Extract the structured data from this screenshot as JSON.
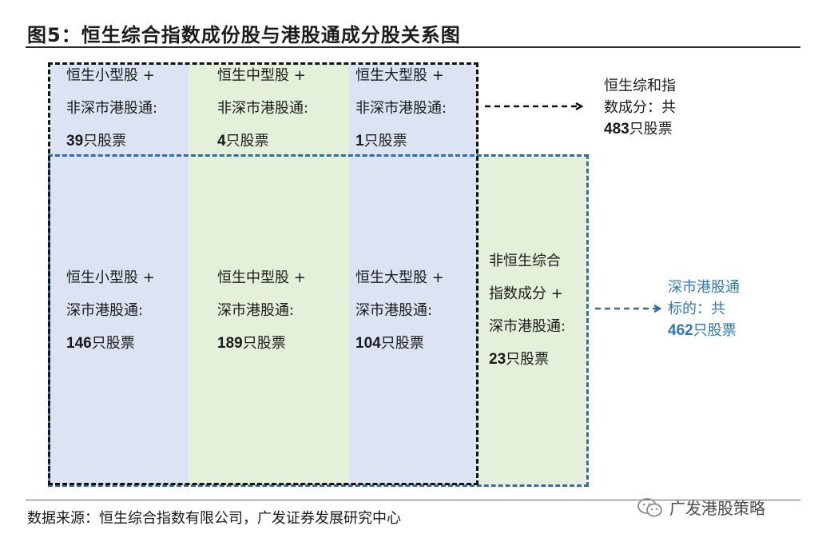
{
  "title": "图5：恒生综合指数成份股与港股通成分股关系图",
  "cells": [
    {
      "line1": "恒生小型股 +",
      "line2": "非深市港股通:",
      "count": "39",
      "unit": "只股票"
    },
    {
      "line1": "恒生中型股 +",
      "line2": "非深市港股通:",
      "count": "4",
      "unit": "只股票"
    },
    {
      "line1": "恒生大型股 +",
      "line2": "非深市港股通:",
      "count": "1",
      "unit": "只股票"
    },
    {
      "line1": "恒生小型股 +",
      "line2": "深市港股通:",
      "count": "146",
      "unit": "只股票"
    },
    {
      "line1": "恒生中型股 +",
      "line2": "深市港股通:",
      "count": "189",
      "unit": "只股票"
    },
    {
      "line1": "恒生大型股 +",
      "line2": "深市港股通:",
      "count": "104",
      "unit": "只股票"
    }
  ],
  "non_hs_cell": {
    "line1": "非恒生综合",
    "line2": "指数成分 +",
    "line3": "深市港股通:",
    "count": "23",
    "unit": "只股票"
  },
  "hs_total": {
    "line1": "恒生综和指",
    "line2": "数成分：共",
    "count": "483",
    "unit": "只股票"
  },
  "szhk_total": {
    "line1": "深市港股通",
    "line2": "标的：共",
    "count": "462",
    "unit": "只股票"
  },
  "source": "数据来源：恒生综合指数有限公司，广发证券发展研究中心",
  "watermark": "广发港股策略",
  "colors": {
    "blue_fill": "#dce3f3",
    "green_fill": "#e4f0da",
    "blue_accent": "#2e78b8",
    "dashed_black": "#111111"
  }
}
